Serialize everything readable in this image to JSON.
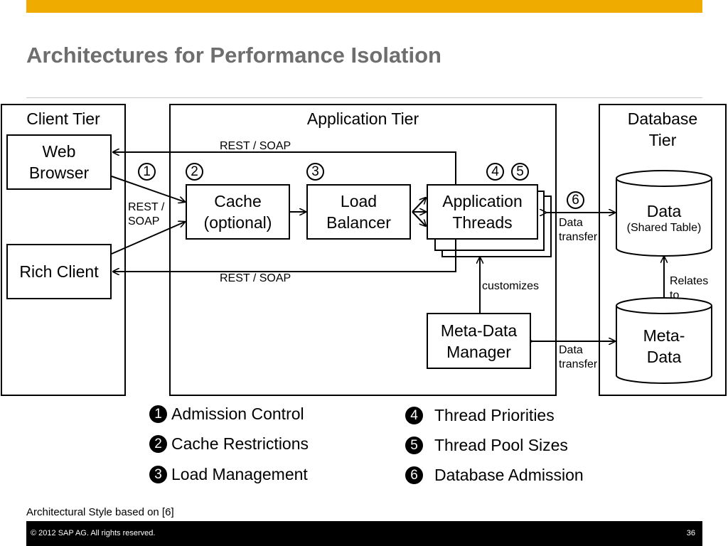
{
  "slide": {
    "title": "Architectures for Performance Isolation",
    "accent_color": "#f0ab00",
    "footnote": "Architectural Style based on [6]",
    "copyright": "©  2012 SAP AG. All rights reserved.",
    "page_number": "36"
  },
  "tiers": {
    "client": "Client Tier",
    "application": "Application Tier",
    "database": "Database\nTier"
  },
  "nodes": {
    "web_browser": "Web\nBrowser",
    "rich_client": "Rich Client",
    "cache": "Cache\n(optional)",
    "load_balancer": "Load\nBalancer",
    "app_threads": "Application\nThreads",
    "meta_data_manager": "Meta-Data\nManager",
    "data_title": "Data",
    "data_subtitle": "(Shared Table)",
    "meta_data_db": "Meta-\nData"
  },
  "edge_labels": {
    "rest_soap_top": "REST / SOAP",
    "rest_soap_side": "REST /\nSOAP",
    "rest_soap_bottom": "REST / SOAP",
    "data_transfer_1": "Data\ntransfer",
    "data_transfer_2": "Data\ntransfer",
    "customizes": "customizes",
    "relates_to": "Relates\nto"
  },
  "badges": {
    "b1": "1",
    "b2": "2",
    "b3": "3",
    "b4": "4",
    "b5": "5",
    "b6": "6"
  },
  "legend": [
    {
      "num": "1",
      "label": "Admission Control"
    },
    {
      "num": "2",
      "label": "Cache Restrictions"
    },
    {
      "num": "3",
      "label": "Load Management"
    },
    {
      "num": "4",
      "label": "Thread Priorities"
    },
    {
      "num": "5",
      "label": "Thread Pool Sizes"
    },
    {
      "num": "6",
      "label": "Database Admission"
    }
  ]
}
